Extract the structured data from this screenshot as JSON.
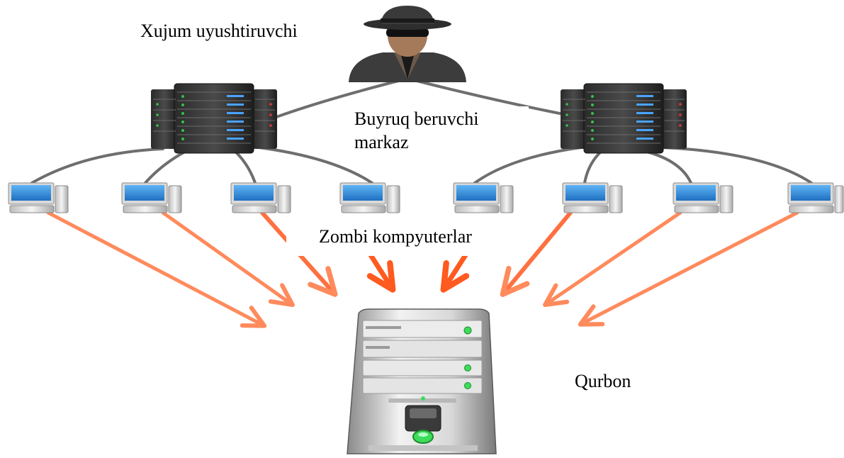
{
  "labels": {
    "attacker": "Xujum uyushtiruvchi",
    "command_center": "Buyruq beruvchi markaz",
    "zombies": "Zombi kompyuterlar",
    "victim": "Qurbon"
  },
  "nodes": {
    "attacker_icon": "hacker-icon",
    "command_server_icon": "server-rack-icon",
    "zombie_icon": "desktop-computer-icon",
    "victim_icon": "tower-server-icon",
    "zombie_count": 8,
    "command_server_count": 2
  },
  "colors": {
    "connection_line": "#6e6e6e",
    "attack_arrow": "#ff8a5c",
    "attack_arrow_strong": "#ff5a1f",
    "monitor_screen": "#2a7fd4"
  }
}
